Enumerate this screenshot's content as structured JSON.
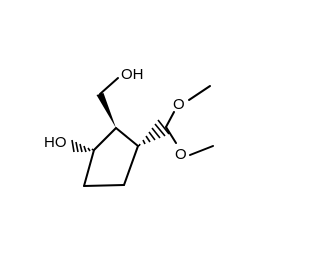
{
  "molecule": {
    "atom_labels": {
      "hydroxymethyl_oh": "OH",
      "ring_hydroxyl": "HO",
      "upper_methoxy_o": "O",
      "lower_methoxy_o": "O"
    },
    "bond_color": "#000000",
    "background": "#ffffff"
  }
}
